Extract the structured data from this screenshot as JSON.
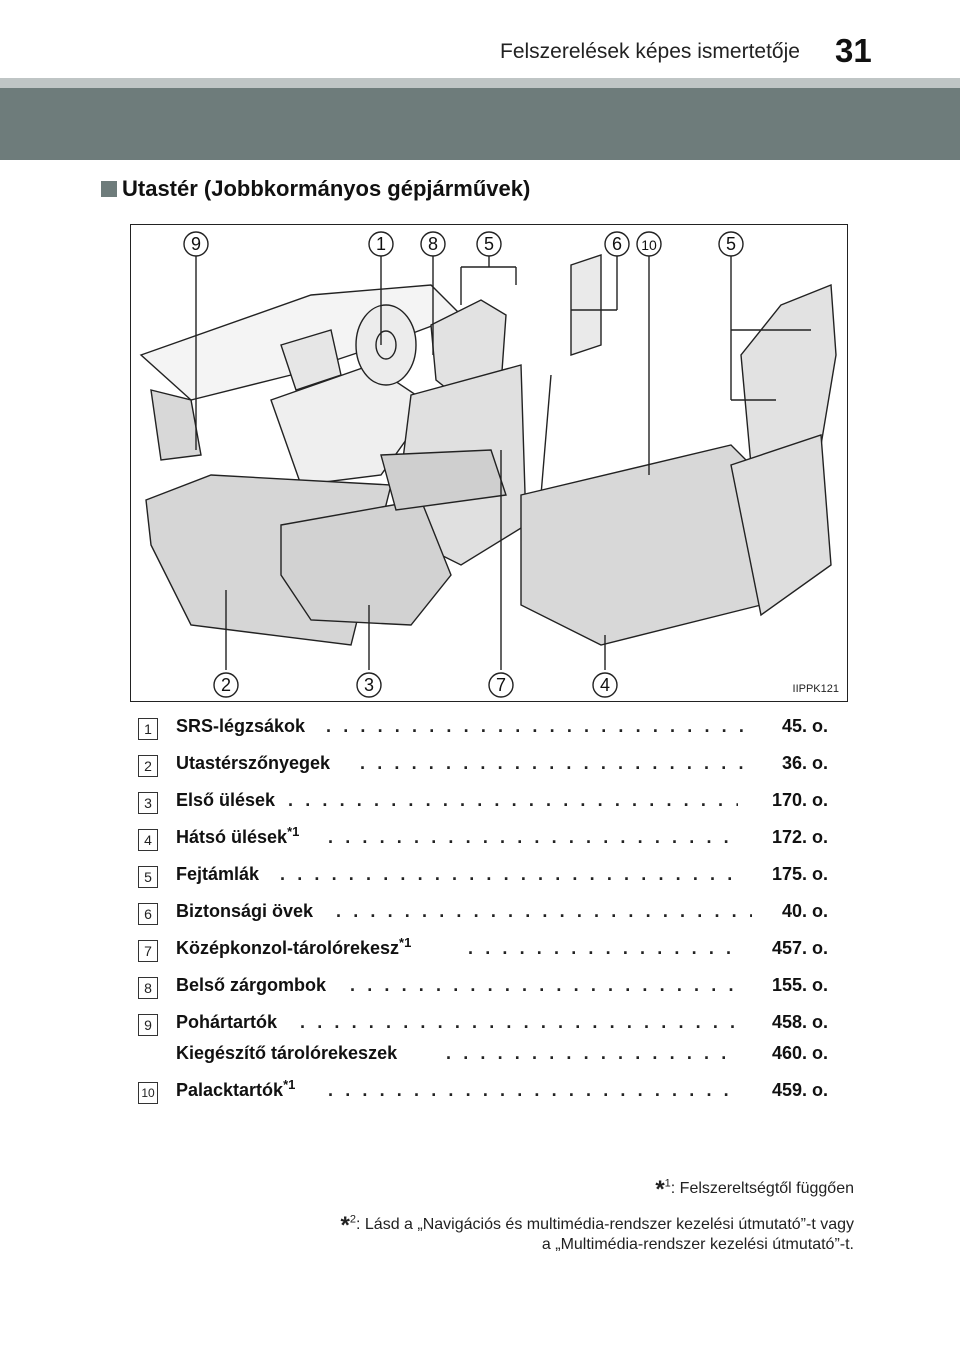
{
  "header": {
    "title": "Felszerelések képes ismertetője",
    "page_number": "31"
  },
  "section": {
    "title": "Utastér (Jobbkormányos gépjárművek)"
  },
  "figure": {
    "code": "IIPPK121",
    "callouts_top": [
      "9",
      "1",
      "8",
      "5",
      "6",
      "10",
      "5"
    ],
    "callouts_bottom": [
      "2",
      "3",
      "7",
      "4"
    ]
  },
  "items": [
    {
      "num": "1",
      "label": "SRS-légzsákok",
      "sup": "",
      "page": "45. o."
    },
    {
      "num": "2",
      "label": "Utastérszőnyegek",
      "sup": "",
      "page": "36. o."
    },
    {
      "num": "3",
      "label": "Első ülések",
      "sup": "",
      "page": "170. o."
    },
    {
      "num": "4",
      "label": "Hátsó ülések",
      "sup": "*1",
      "page": "172. o."
    },
    {
      "num": "5",
      "label": "Fejtámlák",
      "sup": "",
      "page": "175. o."
    },
    {
      "num": "6",
      "label": "Biztonsági övek",
      "sup": "",
      "page": "40. o."
    },
    {
      "num": "7",
      "label": "Középkonzol-tárolórekesz",
      "sup": "*1",
      "page": "457. o."
    },
    {
      "num": "8",
      "label": "Belső zárgombok",
      "sup": "",
      "page": "155. o."
    },
    {
      "num": "9",
      "label": "Pohártartók",
      "sup": "",
      "page": "458. o."
    },
    {
      "num": "",
      "label": "Kiegészítő tárolórekeszek",
      "sup": "",
      "page": "460. o."
    },
    {
      "num": "10",
      "label": "Palacktartók",
      "sup": "*1",
      "page": "459. o."
    }
  ],
  "footnotes": {
    "fn1_mark": "*",
    "fn1_num": "1",
    "fn1_text": ": Felszereltségtől függően",
    "fn2_mark": "*",
    "fn2_num": "2",
    "fn2_line1": ": Lásd a „Navigációs és multimédia-rendszer kezelési útmutató”-t vagy",
    "fn2_line2": "a „Multimédia-rendszer kezelési útmutató”-t."
  },
  "colors": {
    "band_dark": "#6e7c7b",
    "band_light": "#bfc5c5",
    "seat_fill": "#dcdcdc"
  }
}
